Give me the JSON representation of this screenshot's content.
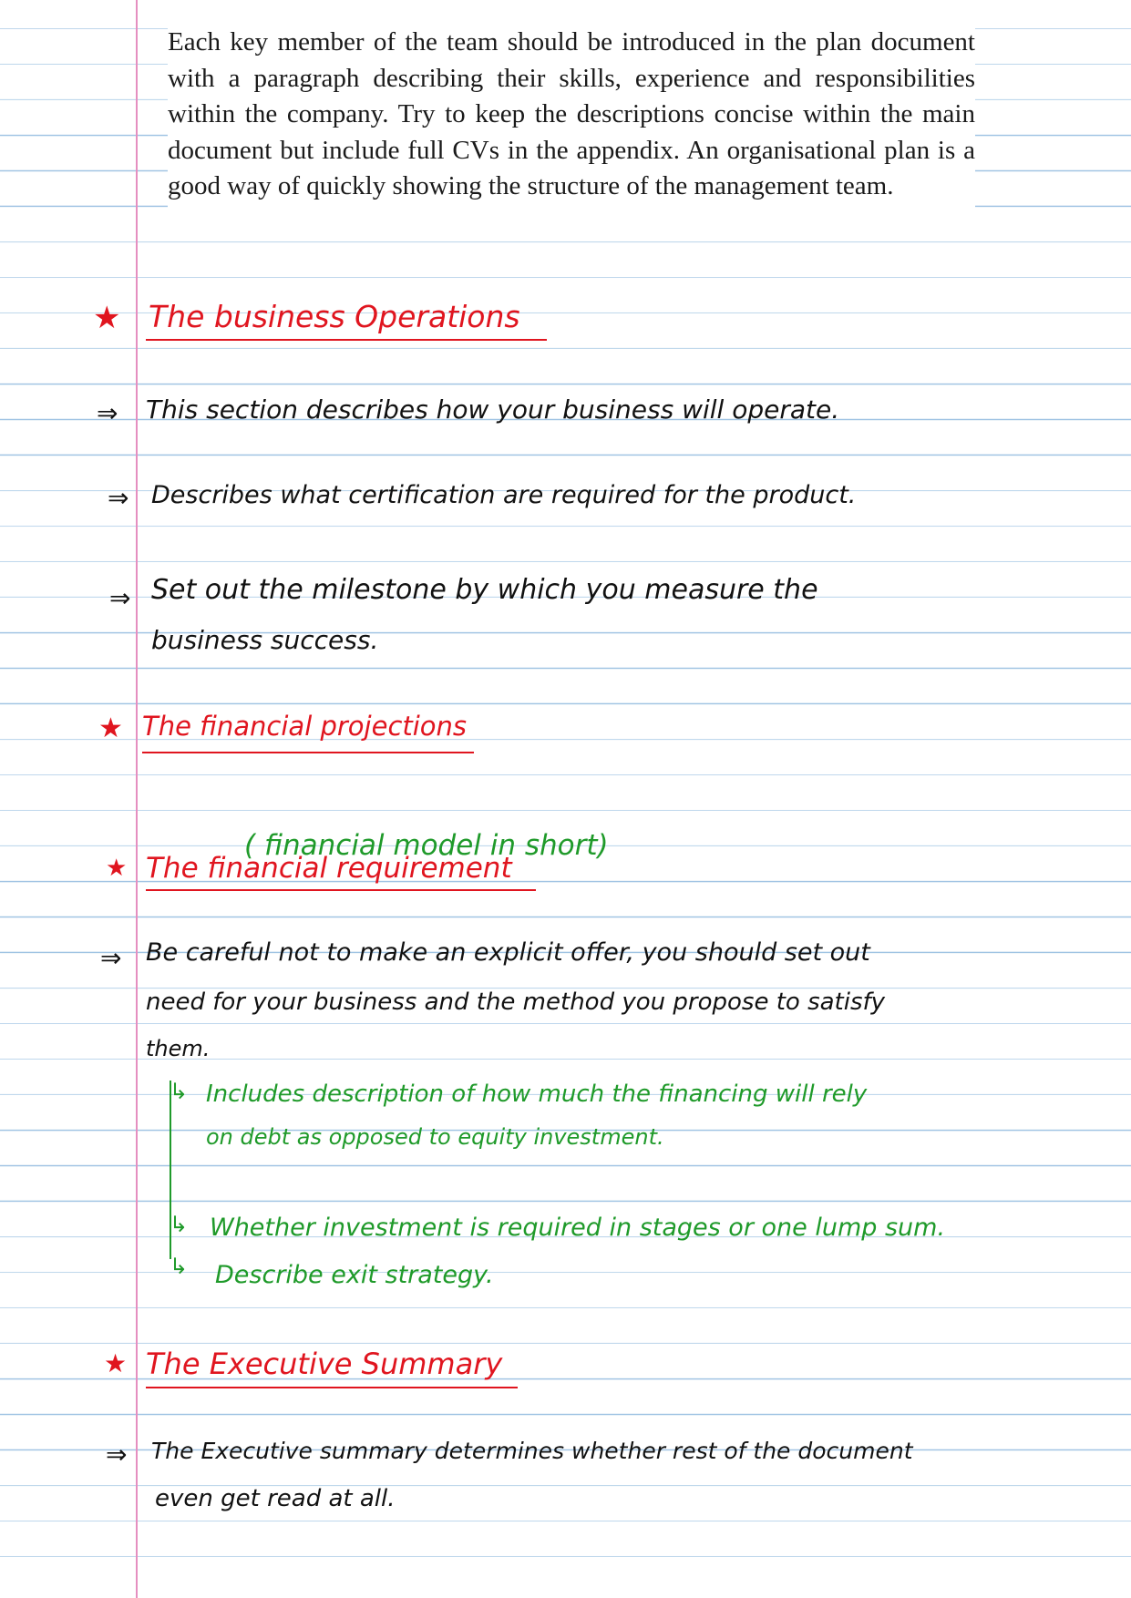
{
  "typed_paragraph": "Each key member of the team should be introduced in the plan document with a paragraph describing their skills, experience and responsibilities within the company. Try to keep the descriptions concise within the main document but include full CVs in the appendix. An organisational plan is a good way of quickly showing the structure of the management team.",
  "sections": {
    "operations": {
      "heading": "The business Operations",
      "bullets": [
        "This section describes how your business will operate.",
        "Describes what certification are required for the product.",
        "Set out the milestone by which you measure the",
        "business success."
      ]
    },
    "projections": {
      "heading": "The financial projections",
      "note": "( financial model in short)"
    },
    "requirement": {
      "heading": "The financial requirement",
      "bullet_lines": [
        "Be careful not to make an explicit offer, you should set out",
        "need for your business and the method you propose to satisfy",
        "them."
      ],
      "sub_items": [
        "Includes description of how much the financing will rely",
        "on debt as opposed to equity investment.",
        "Whether investment is required in stages or one lump sum.",
        "Describe exit strategy."
      ]
    },
    "executive": {
      "heading": "The Executive Summary",
      "bullet_lines": [
        "The Executive summary determines whether rest of the document",
        "even get read at all."
      ]
    }
  },
  "icons": {
    "star": "★",
    "double_arrow": "⇒",
    "branch_arrow": "↳"
  },
  "colors": {
    "heading": "#e0151f",
    "green_notes": "#1f9a2a",
    "rules": "#9fc3e3",
    "margin": "#e58fc0"
  }
}
